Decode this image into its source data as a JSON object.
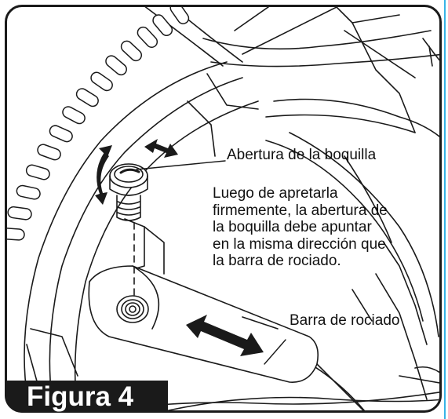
{
  "figure": {
    "title": "Figura 4",
    "labels": {
      "nozzle_opening": "Abertura de la boquilla",
      "instruction_lines": [
        "Luego de apretarla",
        "firmemente, la abertura de",
        "la boquilla debe apuntar",
        "en la misma dirección que",
        "la barra de rociado."
      ],
      "spray_bar": "Barra de rociado"
    }
  },
  "colors": {
    "ink": "#1a1a1a",
    "background": "#ffffff",
    "side_rule": "#38b3e6"
  }
}
